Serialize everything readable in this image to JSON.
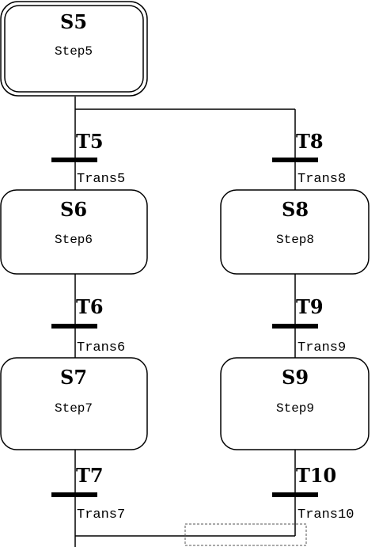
{
  "steps": {
    "s5": {
      "id": "S5",
      "name": "Step5"
    },
    "s6": {
      "id": "S6",
      "name": "Step6"
    },
    "s7": {
      "id": "S7",
      "name": "Step7"
    },
    "s8": {
      "id": "S8",
      "name": "Step8"
    },
    "s9": {
      "id": "S9",
      "name": "Step9"
    }
  },
  "transitions": {
    "t5": {
      "id": "T5",
      "name": "Trans5"
    },
    "t6": {
      "id": "T6",
      "name": "Trans6"
    },
    "t7": {
      "id": "T7",
      "name": "Trans7"
    },
    "t8": {
      "id": "T8",
      "name": "Trans8"
    },
    "t9": {
      "id": "T9",
      "name": "Trans9"
    },
    "t10": {
      "id": "T10",
      "name": "Trans10"
    }
  }
}
